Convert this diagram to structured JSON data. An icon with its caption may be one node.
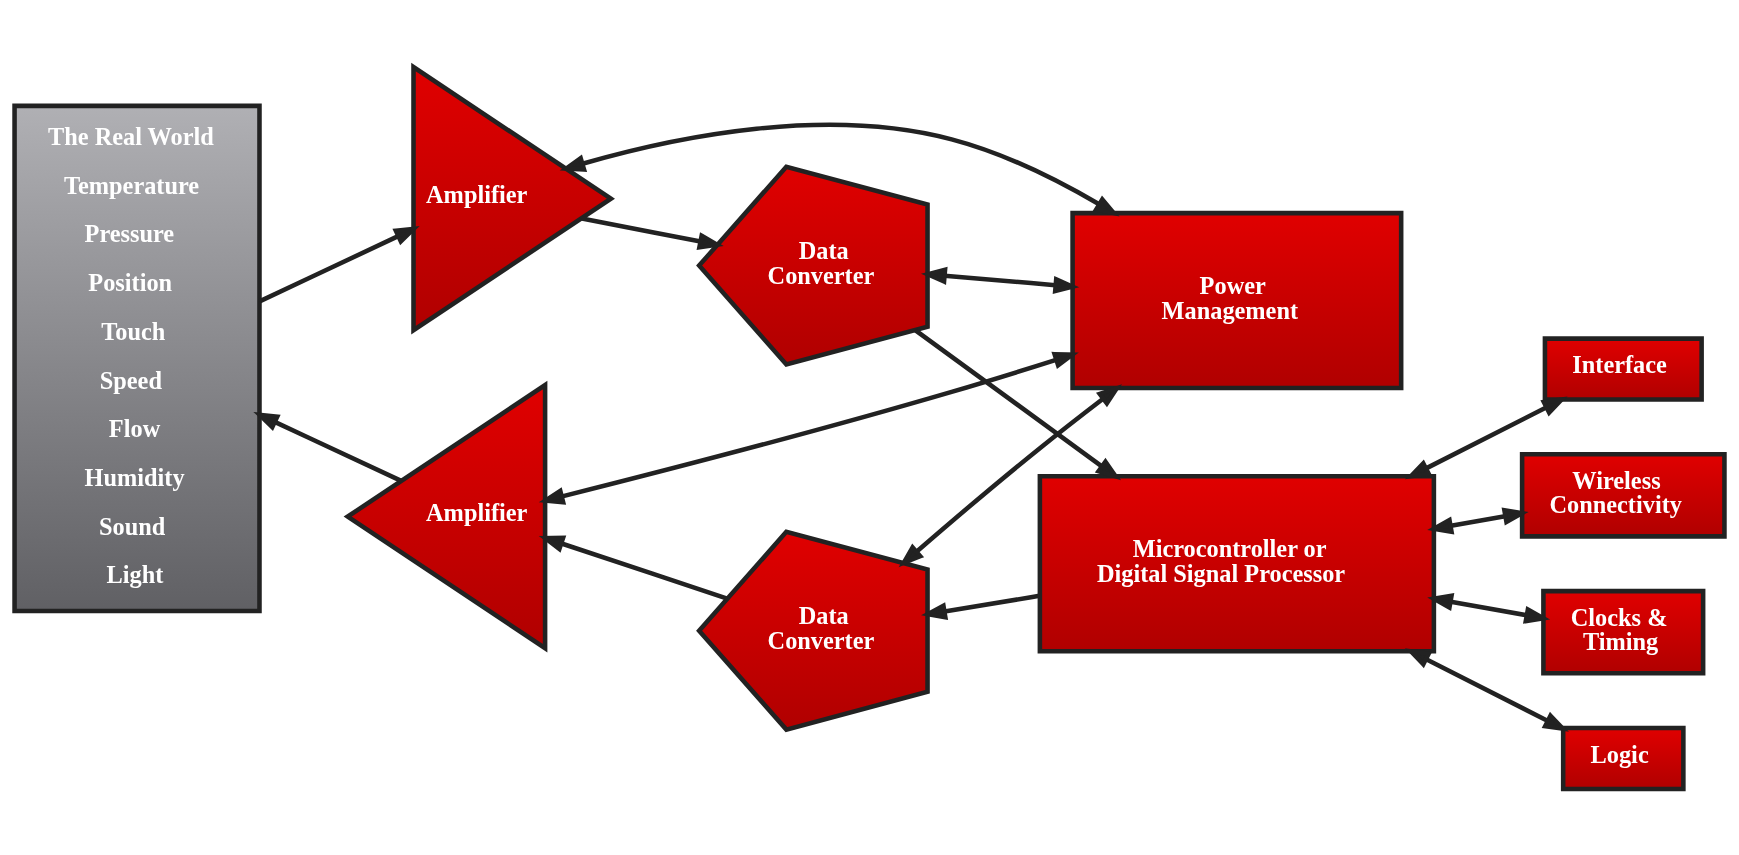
{
  "diagram": {
    "nodes": [
      {
        "text": [
          "The Real World",
          "Temperature",
          "Pressure",
          "Position",
          "Touch",
          "Speed",
          "Flow",
          "Humidity",
          "Sound",
          "Light"
        ]
      },
      {
        "text": [
          "Amplifier"
        ]
      },
      {
        "text": [
          "Data Converter"
        ]
      },
      {
        "text": [
          "Interface"
        ]
      },
      {
        "text": [
          "Wireless Connectivity"
        ]
      },
      {
        "text": [
          "Power Management"
        ]
      },
      {
        "text": [
          "Microcontroller or Digital Signal Processor"
        ]
      },
      {
        "text": [
          "Amplifier"
        ]
      },
      {
        "text": [
          "Data Converter"
        ]
      },
      {
        "text": [
          "Clocks & Timing"
        ]
      },
      {
        "text": [
          "Logic"
        ]
      }
    ],
    "edges": [
      {
        "from": 0,
        "to": 1,
        "arrow": "to"
      },
      {
        "from": 1,
        "to": 2,
        "arrow": "to"
      },
      {
        "from": 2,
        "to": 6,
        "arrow": "to"
      },
      {
        "from": 1,
        "to": 5,
        "arrow": "both"
      },
      {
        "from": 2,
        "to": 5,
        "arrow": "both"
      },
      {
        "from": 3,
        "to": 6,
        "arrow": "both"
      },
      {
        "from": 4,
        "to": 6,
        "arrow": "both"
      },
      {
        "from": 5,
        "to": 7,
        "arrow": "both"
      },
      {
        "from": 5,
        "to": 8,
        "arrow": "both"
      },
      {
        "from": 6,
        "to": 8,
        "arrow": "to"
      },
      {
        "from": 8,
        "to": 7,
        "arrow": "to"
      },
      {
        "from": 7,
        "to": 0,
        "arrow": "to"
      },
      {
        "from": 6,
        "to": 9,
        "arrow": "both"
      },
      {
        "from": 6,
        "to": 10,
        "arrow": "both"
      }
    ]
  }
}
